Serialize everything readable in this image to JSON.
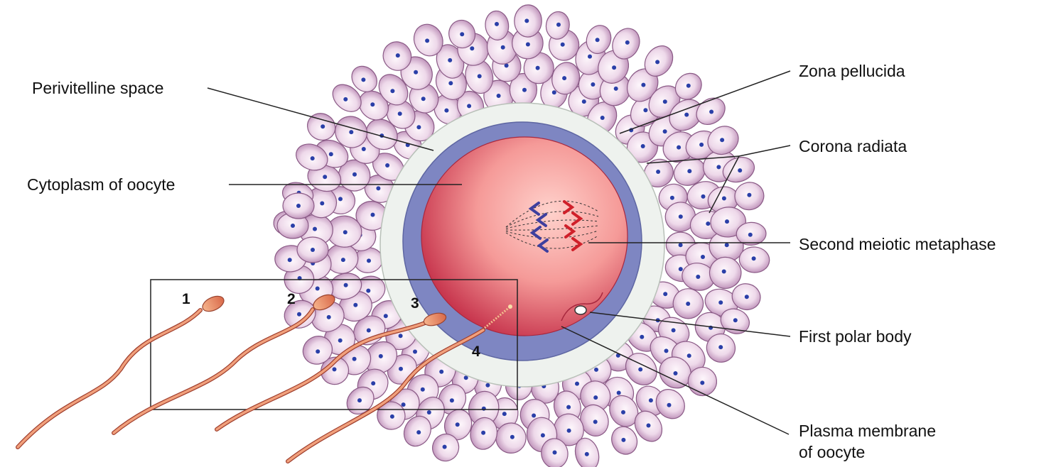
{
  "labels": {
    "perivitelline_space": "Perivitelline space",
    "cytoplasm": "Cytoplasm of oocyte",
    "zona_pellucida": "Zona pellucida",
    "corona_radiata": "Corona radiata",
    "second_meiotic_metaphase": "Second meiotic metaphase",
    "first_polar_body": "First polar body",
    "plasma_membrane_line1": "Plasma membrane",
    "plasma_membrane_line2": "of oocyte"
  },
  "sperm_numbers": [
    "1",
    "2",
    "3",
    "4"
  ],
  "colors": {
    "corona_cell": "#e7cfe3",
    "corona_cell_edge": "#8a5a86",
    "nucleus": "#2a3fa8",
    "zona_pellucida": "#eef2ee",
    "perivitelline": "#7e86c2",
    "cytoplasm": "#ee7b86",
    "sperm": "#e07a56",
    "chromosome_blue": "#3e3f9e",
    "chromosome_red": "#d0202a"
  }
}
